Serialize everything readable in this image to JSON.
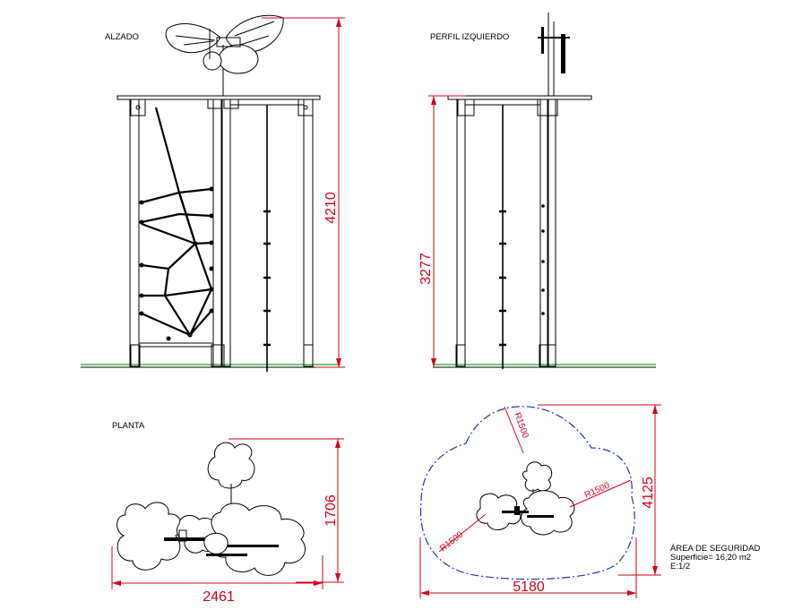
{
  "views": {
    "alzado": "ALZADO",
    "perfil": "PERFIL IZQUIERDO",
    "planta": "PLANTA"
  },
  "dimensions": {
    "alzado_height": "4210",
    "perfil_height": "3277",
    "planta_height": "1706",
    "planta_width": "2461",
    "area_width": "5180",
    "area_height": "4125",
    "radius_a": "R1500",
    "radius_b": "R1500",
    "radius_c": "R1500"
  },
  "notes": {
    "title": "ÁREA DE SEGURIDAD",
    "surface": "Superficie= 16,20 m2",
    "scale": "E:1/2"
  },
  "colors": {
    "dimension": "#d4001a",
    "ground": "#1aa61a",
    "safety_outline": "#2233aa"
  }
}
